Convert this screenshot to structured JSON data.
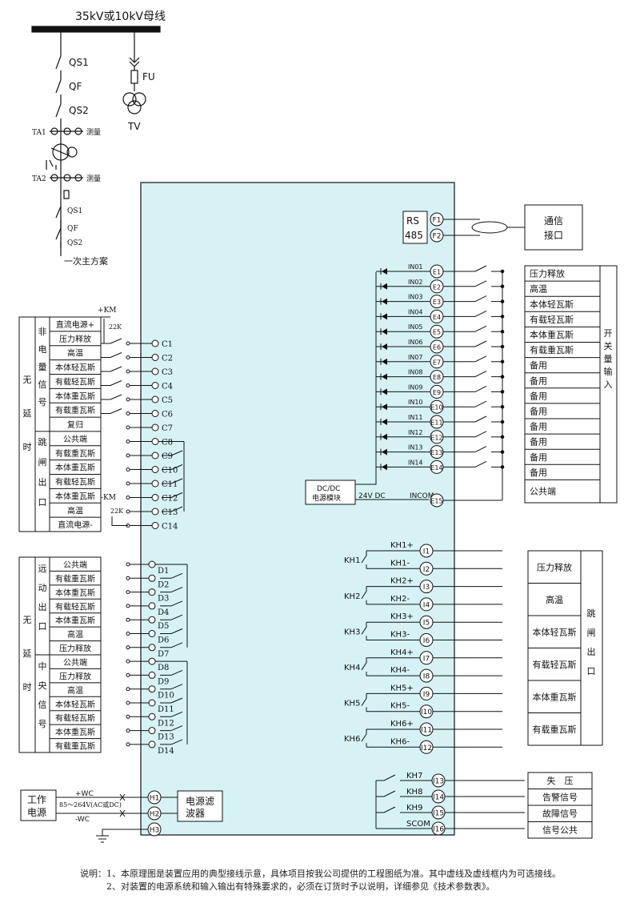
{
  "header": {
    "bus_label": "35kV或10kV母线"
  },
  "primary": {
    "upper_switches": [
      "QS1",
      "QF",
      "QS2"
    ],
    "fuse": "FU",
    "vt": "TV",
    "ta1": "TA1",
    "ta2": "TA2",
    "measure": "测量",
    "lower_switches": [
      "QS1",
      "QF",
      "QS2"
    ],
    "scheme": "一次主方案"
  },
  "device": {
    "rs485_top": "RS",
    "rs485_bottom": "485",
    "comm_interface": [
      "通信",
      "接口"
    ],
    "dcdc_title": "DC/DC",
    "dcdc_sub": "电源模块",
    "dc24": "24V DC",
    "incom": "INCOM",
    "power_filter": [
      "电源滤",
      "波器"
    ]
  },
  "terminals": {
    "F": [
      "F1",
      "F2"
    ],
    "E": [
      "E1",
      "E2",
      "E3",
      "E4",
      "E5",
      "E6",
      "E7",
      "E8",
      "E9",
      "E10",
      "E11",
      "E12",
      "E13",
      "E14",
      "E15"
    ],
    "IN": [
      "IN01",
      "IN02",
      "IN03",
      "IN04",
      "IN05",
      "IN06",
      "IN07",
      "IN08",
      "IN09",
      "IN10",
      "IN11",
      "IN12",
      "IN13",
      "IN14"
    ],
    "C": [
      "C1",
      "C2",
      "C3",
      "C4",
      "C5",
      "C6",
      "C7",
      "C8",
      "C9",
      "C10",
      "C11",
      "C12",
      "C13",
      "C14"
    ],
    "D": [
      "D1",
      "D2",
      "D3",
      "D4",
      "D5",
      "D6",
      "D7",
      "D8",
      "D9",
      "D10",
      "D11",
      "D12",
      "D13",
      "D14"
    ],
    "I": [
      "I1",
      "I2",
      "I3",
      "I4",
      "I5",
      "I6",
      "I7",
      "I8",
      "I9",
      "I10",
      "I11",
      "I12",
      "I13",
      "I14",
      "I15",
      "I16"
    ],
    "KH_pos": [
      "KH1+",
      "KH2+",
      "KH3+",
      "KH4+",
      "KH5+",
      "KH6+"
    ],
    "KH_neg": [
      "KH1-",
      "KH2-",
      "KH3-",
      "KH4-",
      "KH5-",
      "KH6-"
    ],
    "KH_group": [
      "KH1",
      "KH2",
      "KH3",
      "KH4",
      "KH5",
      "KH6"
    ],
    "KH_sig": [
      "KH7",
      "KH8",
      "KH9",
      "SCOM"
    ],
    "H": [
      "H1",
      "H2",
      "H3"
    ]
  },
  "left_top": {
    "plus_km": "+KM",
    "minus_km": "-KM",
    "r22k": "22K",
    "outer": "无延时",
    "group1": "非电量信号",
    "group1_items": [
      "直流电源+",
      "压力释放",
      "高温",
      "本体轻瓦斯",
      "有载轻瓦斯",
      "本体重瓦斯",
      "有载重瓦斯",
      "复归"
    ],
    "group2": "跳闸出口",
    "group2_items": [
      "公共端",
      "有载重瓦斯",
      "本体重瓦斯",
      "有载轻瓦斯",
      "本体重瓦斯",
      "高温",
      "直流电源-"
    ]
  },
  "left_bottom": {
    "outer": "无延时",
    "group1": "远动出口",
    "group1_items": [
      "公共端",
      "有载重瓦斯",
      "本体重瓦斯",
      "有载轻瓦斯",
      "本体重瓦斯",
      "高温",
      "压力释放"
    ],
    "group2": "中央信号",
    "group2_items": [
      "公共端",
      "压力释放",
      "高温",
      "本体轻瓦斯",
      "有载轻瓦斯",
      "本体重瓦斯",
      "有载重瓦斯"
    ]
  },
  "power": {
    "title": [
      "工作",
      "电源"
    ],
    "pos": "+WC",
    "neg": "-WC",
    "range": "85～264V(AC或DC)"
  },
  "right_inputs": {
    "side": "开关量输入",
    "items": [
      "压力释放",
      "高温",
      "本体轻瓦斯",
      "有载轻瓦斯",
      "本体重瓦斯",
      "有载重瓦斯",
      "备用",
      "备用",
      "备用",
      "备用",
      "备用",
      "备用",
      "备用",
      "备用",
      "公共端"
    ]
  },
  "right_trips": {
    "side": "跳闸出口",
    "items": [
      "压力释放",
      "高温",
      "本体轻瓦斯",
      "有载轻瓦斯",
      "本体重瓦斯",
      "有载重瓦斯"
    ]
  },
  "right_signals": {
    "items": [
      "失　压",
      "告警信号",
      "故障信号",
      "信号公共"
    ]
  },
  "notes": [
    "说明：1、本原理图是装置应用的典型接线示意，具体项目按我公司提供的工程图纸为准。其中虚线及虚线框内为可选接线。",
    "　　　2、对装置的电源系统和输入输出有特殊要求的，必须在订货时予以说明，详细参见《技术参数表》。"
  ],
  "colors": {
    "device_fill": "#d6f2f4",
    "line": "#111111"
  }
}
